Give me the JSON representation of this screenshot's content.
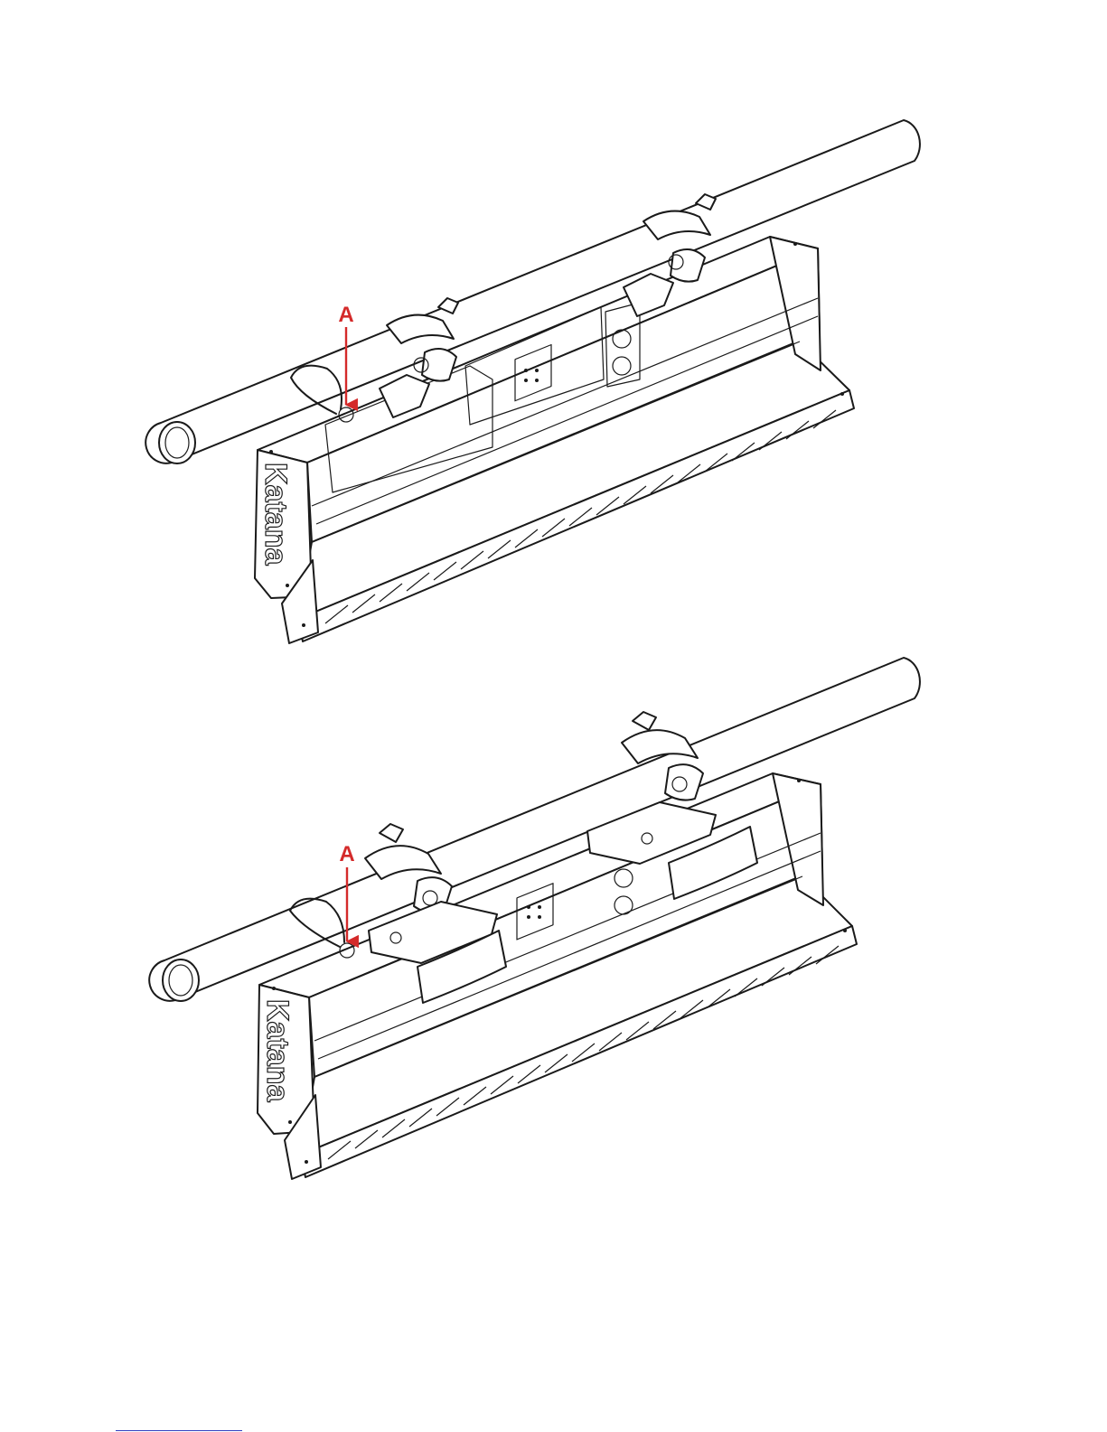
{
  "figures": [
    {
      "callout": {
        "letter": "A"
      },
      "logo": {
        "text": "Katana"
      }
    },
    {
      "callout": {
        "letter": "A"
      },
      "logo": {
        "text": "Katana"
      }
    }
  ],
  "colors": {
    "callout": "#d42a2a",
    "line": "#1a1a1a",
    "footer_rule": "#3040c0"
  }
}
